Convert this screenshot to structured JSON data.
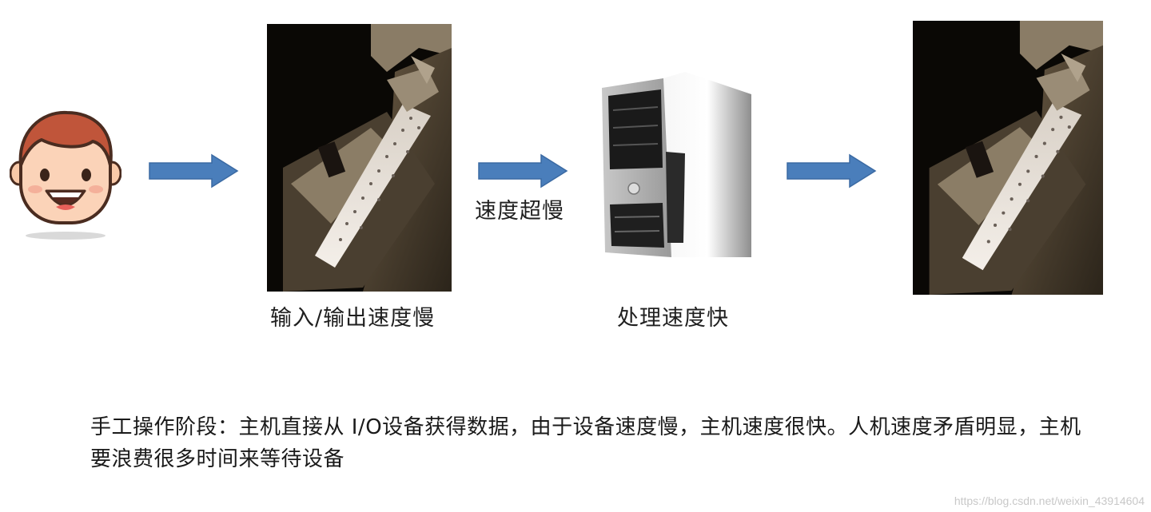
{
  "labels": {
    "io_caption": "输入/输出速度慢",
    "link_caption": "速度超慢",
    "processor_caption": "处理速度快"
  },
  "description": "手工操作阶段：主机直接从 I/O设备获得数据，由于设备速度慢，主机速度很快。人机速度矛盾明显，主机要浪费很多时间来等待设备",
  "watermark": "https://blog.csdn.net/weixin_43914604",
  "colors": {
    "arrow": "#4a7ebb",
    "arrow_stroke": "#3b6aa3",
    "face_skin": "#fbd3b8",
    "face_hair": "#c0553a"
  },
  "icons": {
    "face": "smiling-face-icon",
    "computer": "desktop-tower-icon",
    "punch_machine": "punch-tape-machine-photo"
  }
}
